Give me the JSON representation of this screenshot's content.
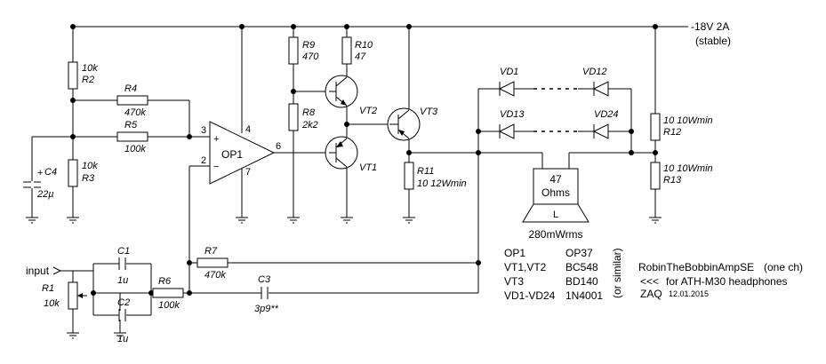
{
  "supply": {
    "voltage": "-18V 2A",
    "note": "(stable)",
    "voltage_color": "#ff0000"
  },
  "components": {
    "R1": {
      "name": "R1",
      "value": "10k"
    },
    "R2": {
      "name": "R2",
      "value": "10k"
    },
    "R3": {
      "name": "R3",
      "value": "10k"
    },
    "R4": {
      "name": "R4",
      "value": "470k"
    },
    "R5": {
      "name": "R5",
      "value": "100k"
    },
    "R6": {
      "name": "R6",
      "value": "100k"
    },
    "R7": {
      "name": "R7",
      "value": "470k"
    },
    "R8": {
      "name": "R8",
      "value": "2k2"
    },
    "R9": {
      "name": "R9",
      "value": "470"
    },
    "R10": {
      "name": "R10",
      "value": "47"
    },
    "R11": {
      "name": "R11",
      "value": "10 12Wmin"
    },
    "R12": {
      "name": "R12",
      "value": "10 10Wmin"
    },
    "R13": {
      "name": "R13",
      "value": "10 10Wmin"
    },
    "C1": {
      "name": "C1",
      "value": "1u"
    },
    "C2": {
      "name": "C2",
      "value": "1u"
    },
    "C3": {
      "name": "C3",
      "value": "3p9**"
    },
    "C4": {
      "name": "C4",
      "value": "22µ",
      "polarity": "+"
    },
    "OP1": {
      "name": "OP1",
      "plus": "+",
      "minus": "−",
      "pin3": "3",
      "pin2": "2",
      "pin4": "4",
      "pin6": "6",
      "pin7": "7"
    },
    "VT1": {
      "name": "VT1"
    },
    "VT2": {
      "name": "VT2"
    },
    "VT3": {
      "name": "VT3"
    },
    "VD1": {
      "name": "VD1"
    },
    "VD12": {
      "name": "VD12"
    },
    "VD13": {
      "name": "VD13"
    },
    "VD24": {
      "name": "VD24"
    }
  },
  "input_label": "input",
  "input_color": "#808000",
  "speaker": {
    "value": "47",
    "unit": "Ohms",
    "pin": "L",
    "power": "280mWrms"
  },
  "parts_list": {
    "rows": [
      {
        "ref": "OP1",
        "part": "OP37"
      },
      {
        "ref": "VT1,VT2",
        "part": "BC548"
      },
      {
        "ref": "VT3",
        "part": "BD140"
      },
      {
        "ref": "VD1-VD24",
        "part": "1N4001"
      }
    ],
    "note": "(or similar)"
  },
  "credits": {
    "title": "RobinTheBobbinAmpSE",
    "title_color": "#008080",
    "suffix": "(one ch)",
    "arrow": "<<<",
    "purpose": "for ATH-M30 headphones",
    "author": "ZAQ",
    "date": "12.01.2015"
  }
}
